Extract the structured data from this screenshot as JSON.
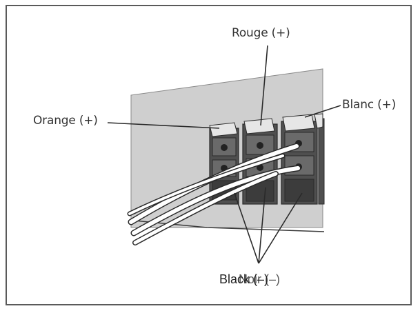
{
  "labels": {
    "red": "Rouge (+)",
    "orange": "Orange (+)",
    "white": "Blanc (+)",
    "black_fr": "Noir (–)",
    "black_en": "Black (–)"
  },
  "colors": {
    "frame": "#5a5a5a",
    "panel": "#cfcfcf",
    "terminal": "#5c5c5c",
    "terminal_dark": "#3a3a3a",
    "cable": "#ffffff",
    "line": "#2a2a2a"
  }
}
